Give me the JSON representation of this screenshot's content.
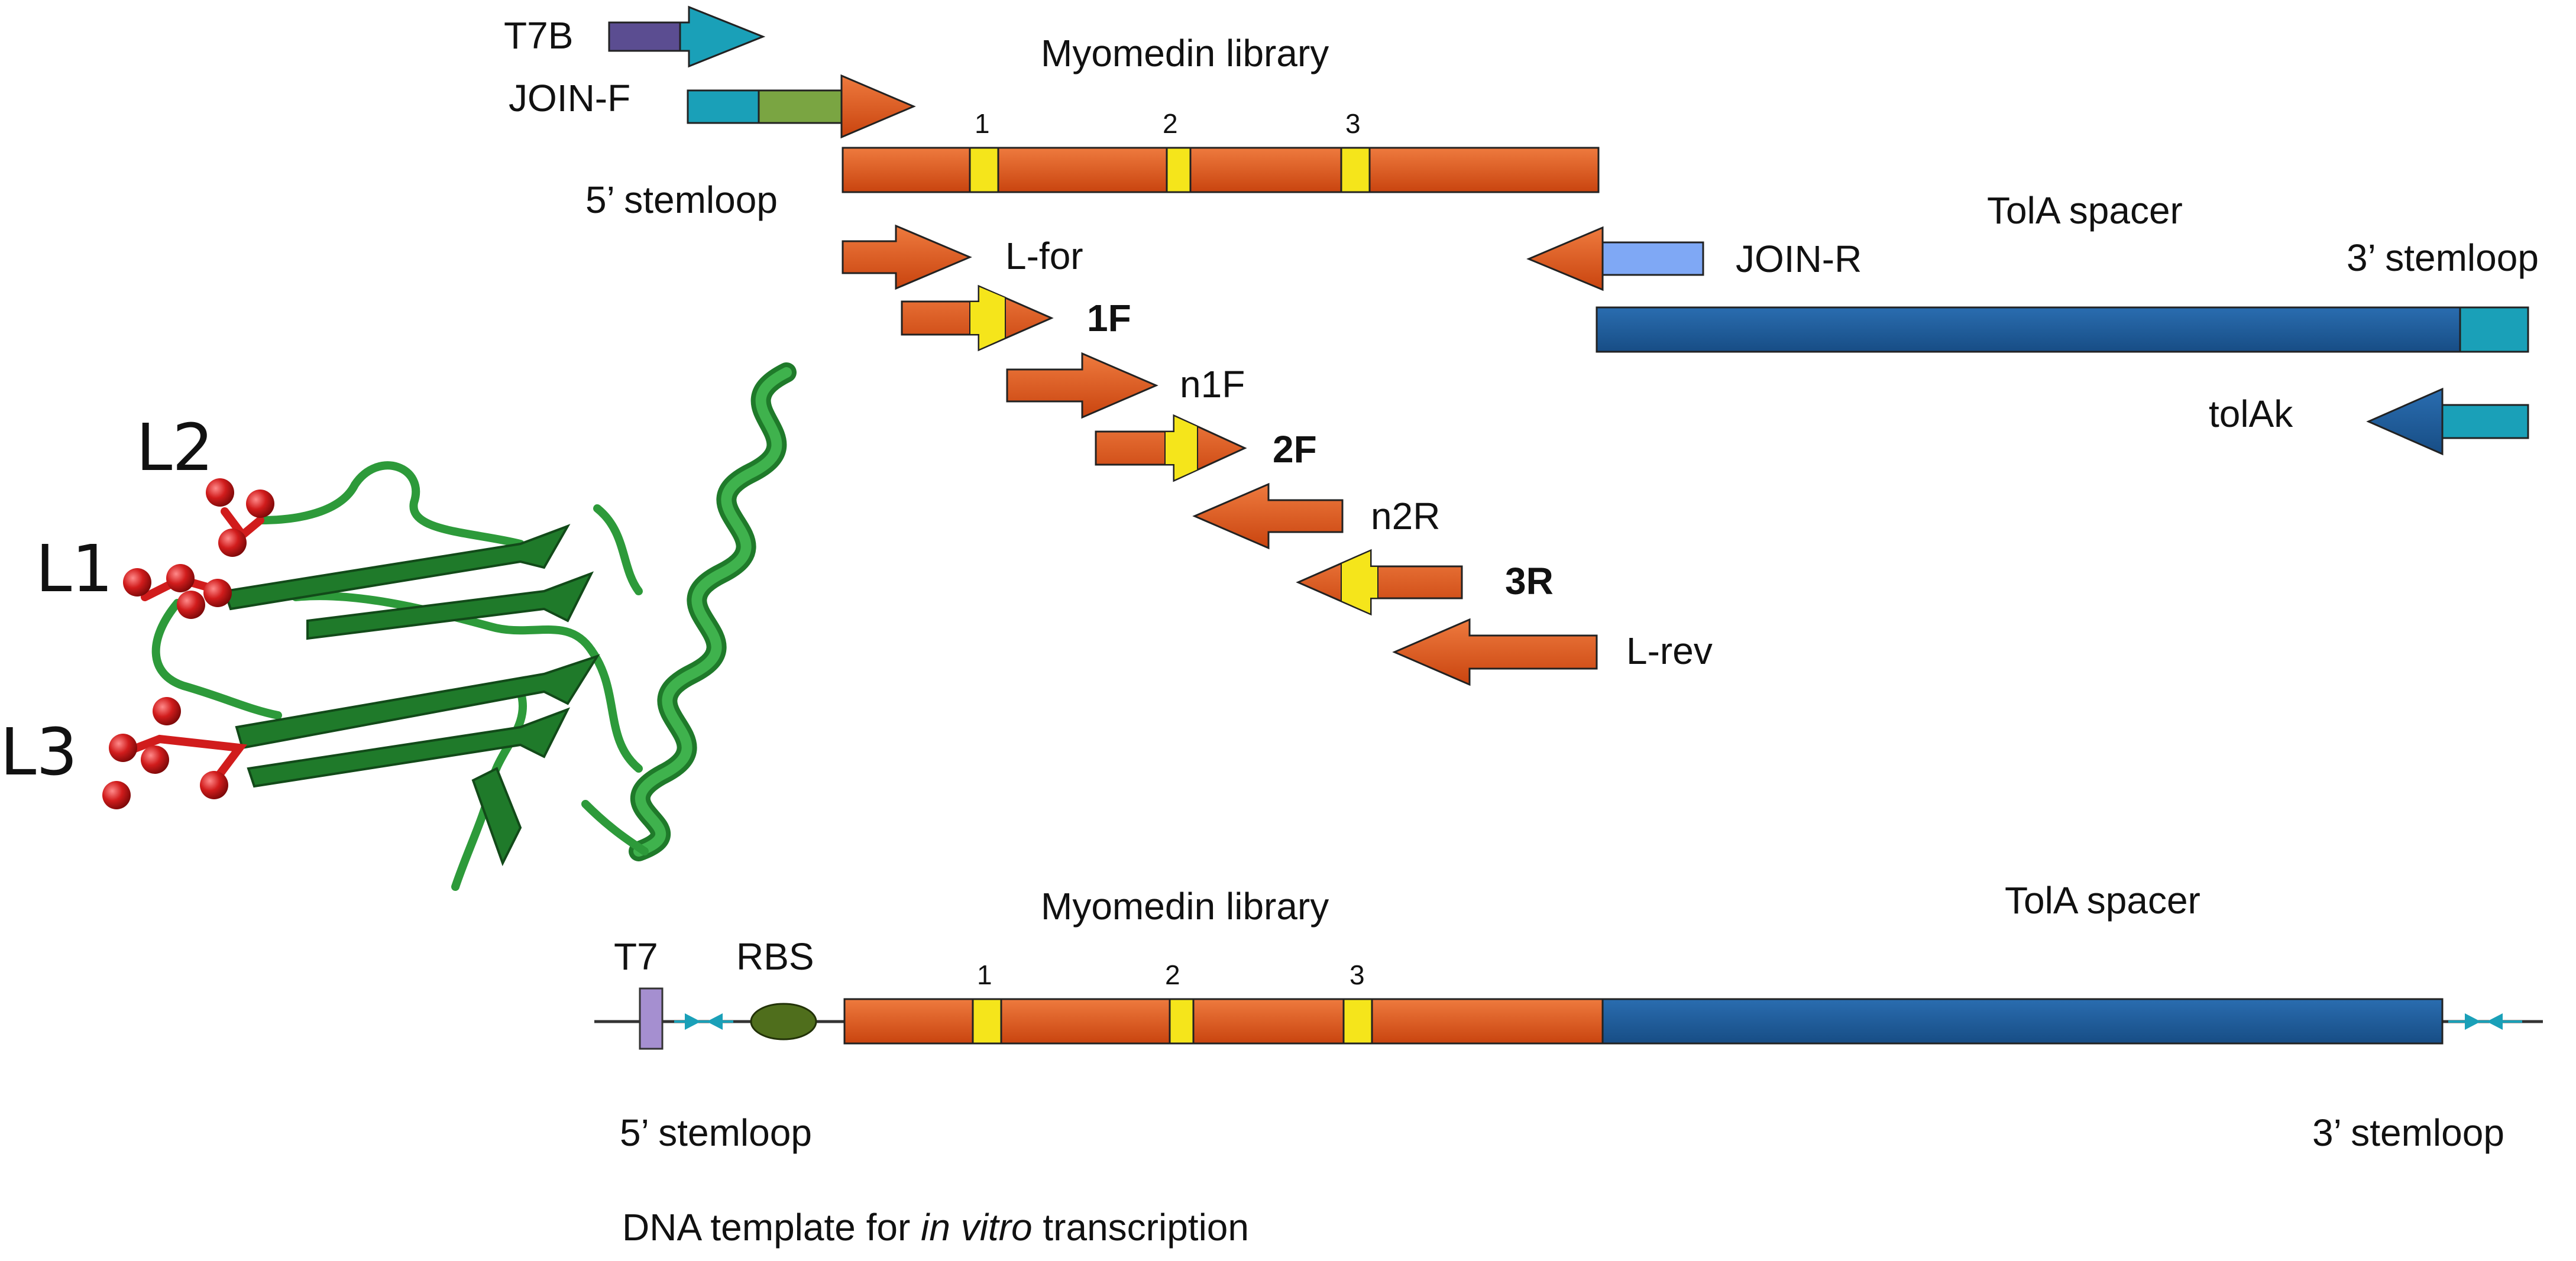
{
  "colors": {
    "orange": "#d9531e",
    "yellow": "#f5e51b",
    "navy": "#1f5c99",
    "teal": "#1aa0b8",
    "purple": "#5b4d91",
    "olive": "#7aa542",
    "light_blue": "#7fa8f5",
    "green_protein": "#2d9a3a",
    "red_atoms": "#d11c1c"
  },
  "primers": {
    "t7b": "T7B",
    "join_f": "JOIN-F",
    "join_r": "JOIN-R",
    "l_for": "L-for",
    "f1": "1F",
    "n1f": "n1F",
    "f2": "2F",
    "n2r": "n2R",
    "r3": "3R",
    "l_rev": "L-rev",
    "tolak": "tolAk"
  },
  "top_construct": {
    "library_title": "Myomedin library",
    "loop_numbers": [
      "1",
      "2",
      "3"
    ],
    "stemloop_5": "5’ stemloop",
    "tola_title": "TolA spacer",
    "stemloop_3": "3’ stemloop"
  },
  "protein": {
    "loops": [
      "L2",
      "L1",
      "L3"
    ]
  },
  "bottom_construct": {
    "t7": "T7",
    "rbs": "RBS",
    "library_title": "Myomedin library",
    "loop_numbers": [
      "1",
      "2",
      "3"
    ],
    "tola_title": "TolA spacer",
    "stemloop_5": "5’ stemloop",
    "stemloop_3": "3’ stemloop",
    "caption_prefix": "DNA template for ",
    "caption_italic": "in vitro",
    "caption_suffix": " transcription"
  }
}
